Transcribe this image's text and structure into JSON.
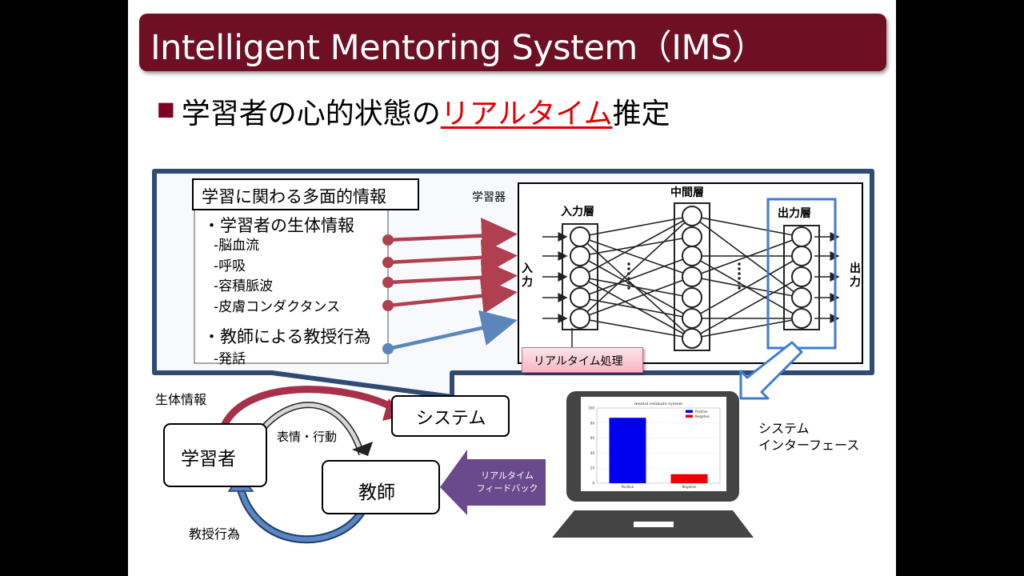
{
  "title": "Intelligent Mentoring System（IMS）",
  "bullet": {
    "prefix": "学習者の心的状態の",
    "highlight": "リアルタイム",
    "suffix": "推定"
  },
  "info_box": {
    "heading": "学習に関わる多面的情報",
    "group1_title": "・学習者の生体情報",
    "group1_items": [
      "-脳血流",
      "-呼吸",
      "-容積脈波",
      "-皮膚コンダクタンス"
    ],
    "group2_title": "・教師による教授行為",
    "group2_items": [
      "-発話"
    ]
  },
  "network": {
    "learner_label": "学習器",
    "input_layer": "入力層",
    "hidden_layer": "中間層",
    "output_layer": "出力層",
    "input_side": "入力",
    "output_side": "出力",
    "realtime_label": "リアルタイム処理"
  },
  "flow": {
    "bio_info": "生体情報",
    "system": "システム",
    "learner": "学習者",
    "teacher": "教師",
    "expression": "表情・行動",
    "instruction": "教授行為",
    "feedback_line1": "リアルタイム",
    "feedback_line2": "フィードバック"
  },
  "interface": {
    "label_line1": "システム",
    "label_line2": "インターフェース",
    "chart_title": "mental estimate system",
    "legend_positive": "Positive",
    "legend_negative": "Negative"
  },
  "chart_data": {
    "type": "bar",
    "title": "mental estimate system",
    "categories": [
      "Positive",
      "Negative"
    ],
    "values": [
      87,
      12
    ],
    "ylim": [
      0,
      100
    ],
    "yticks": [
      0,
      20,
      40,
      60,
      80,
      100
    ],
    "legend": [
      "Positive",
      "Negative"
    ],
    "legend_position": "top-right",
    "colors": [
      "#0000ee",
      "#ee0000"
    ]
  },
  "colors": {
    "title_bg": "#6e0f23",
    "frame": "#2f4b73",
    "red_arrow": "#b04050",
    "blue_arrow": "#5a86bc",
    "feedback": "#6a4a8c",
    "highlight": "#e00000"
  }
}
